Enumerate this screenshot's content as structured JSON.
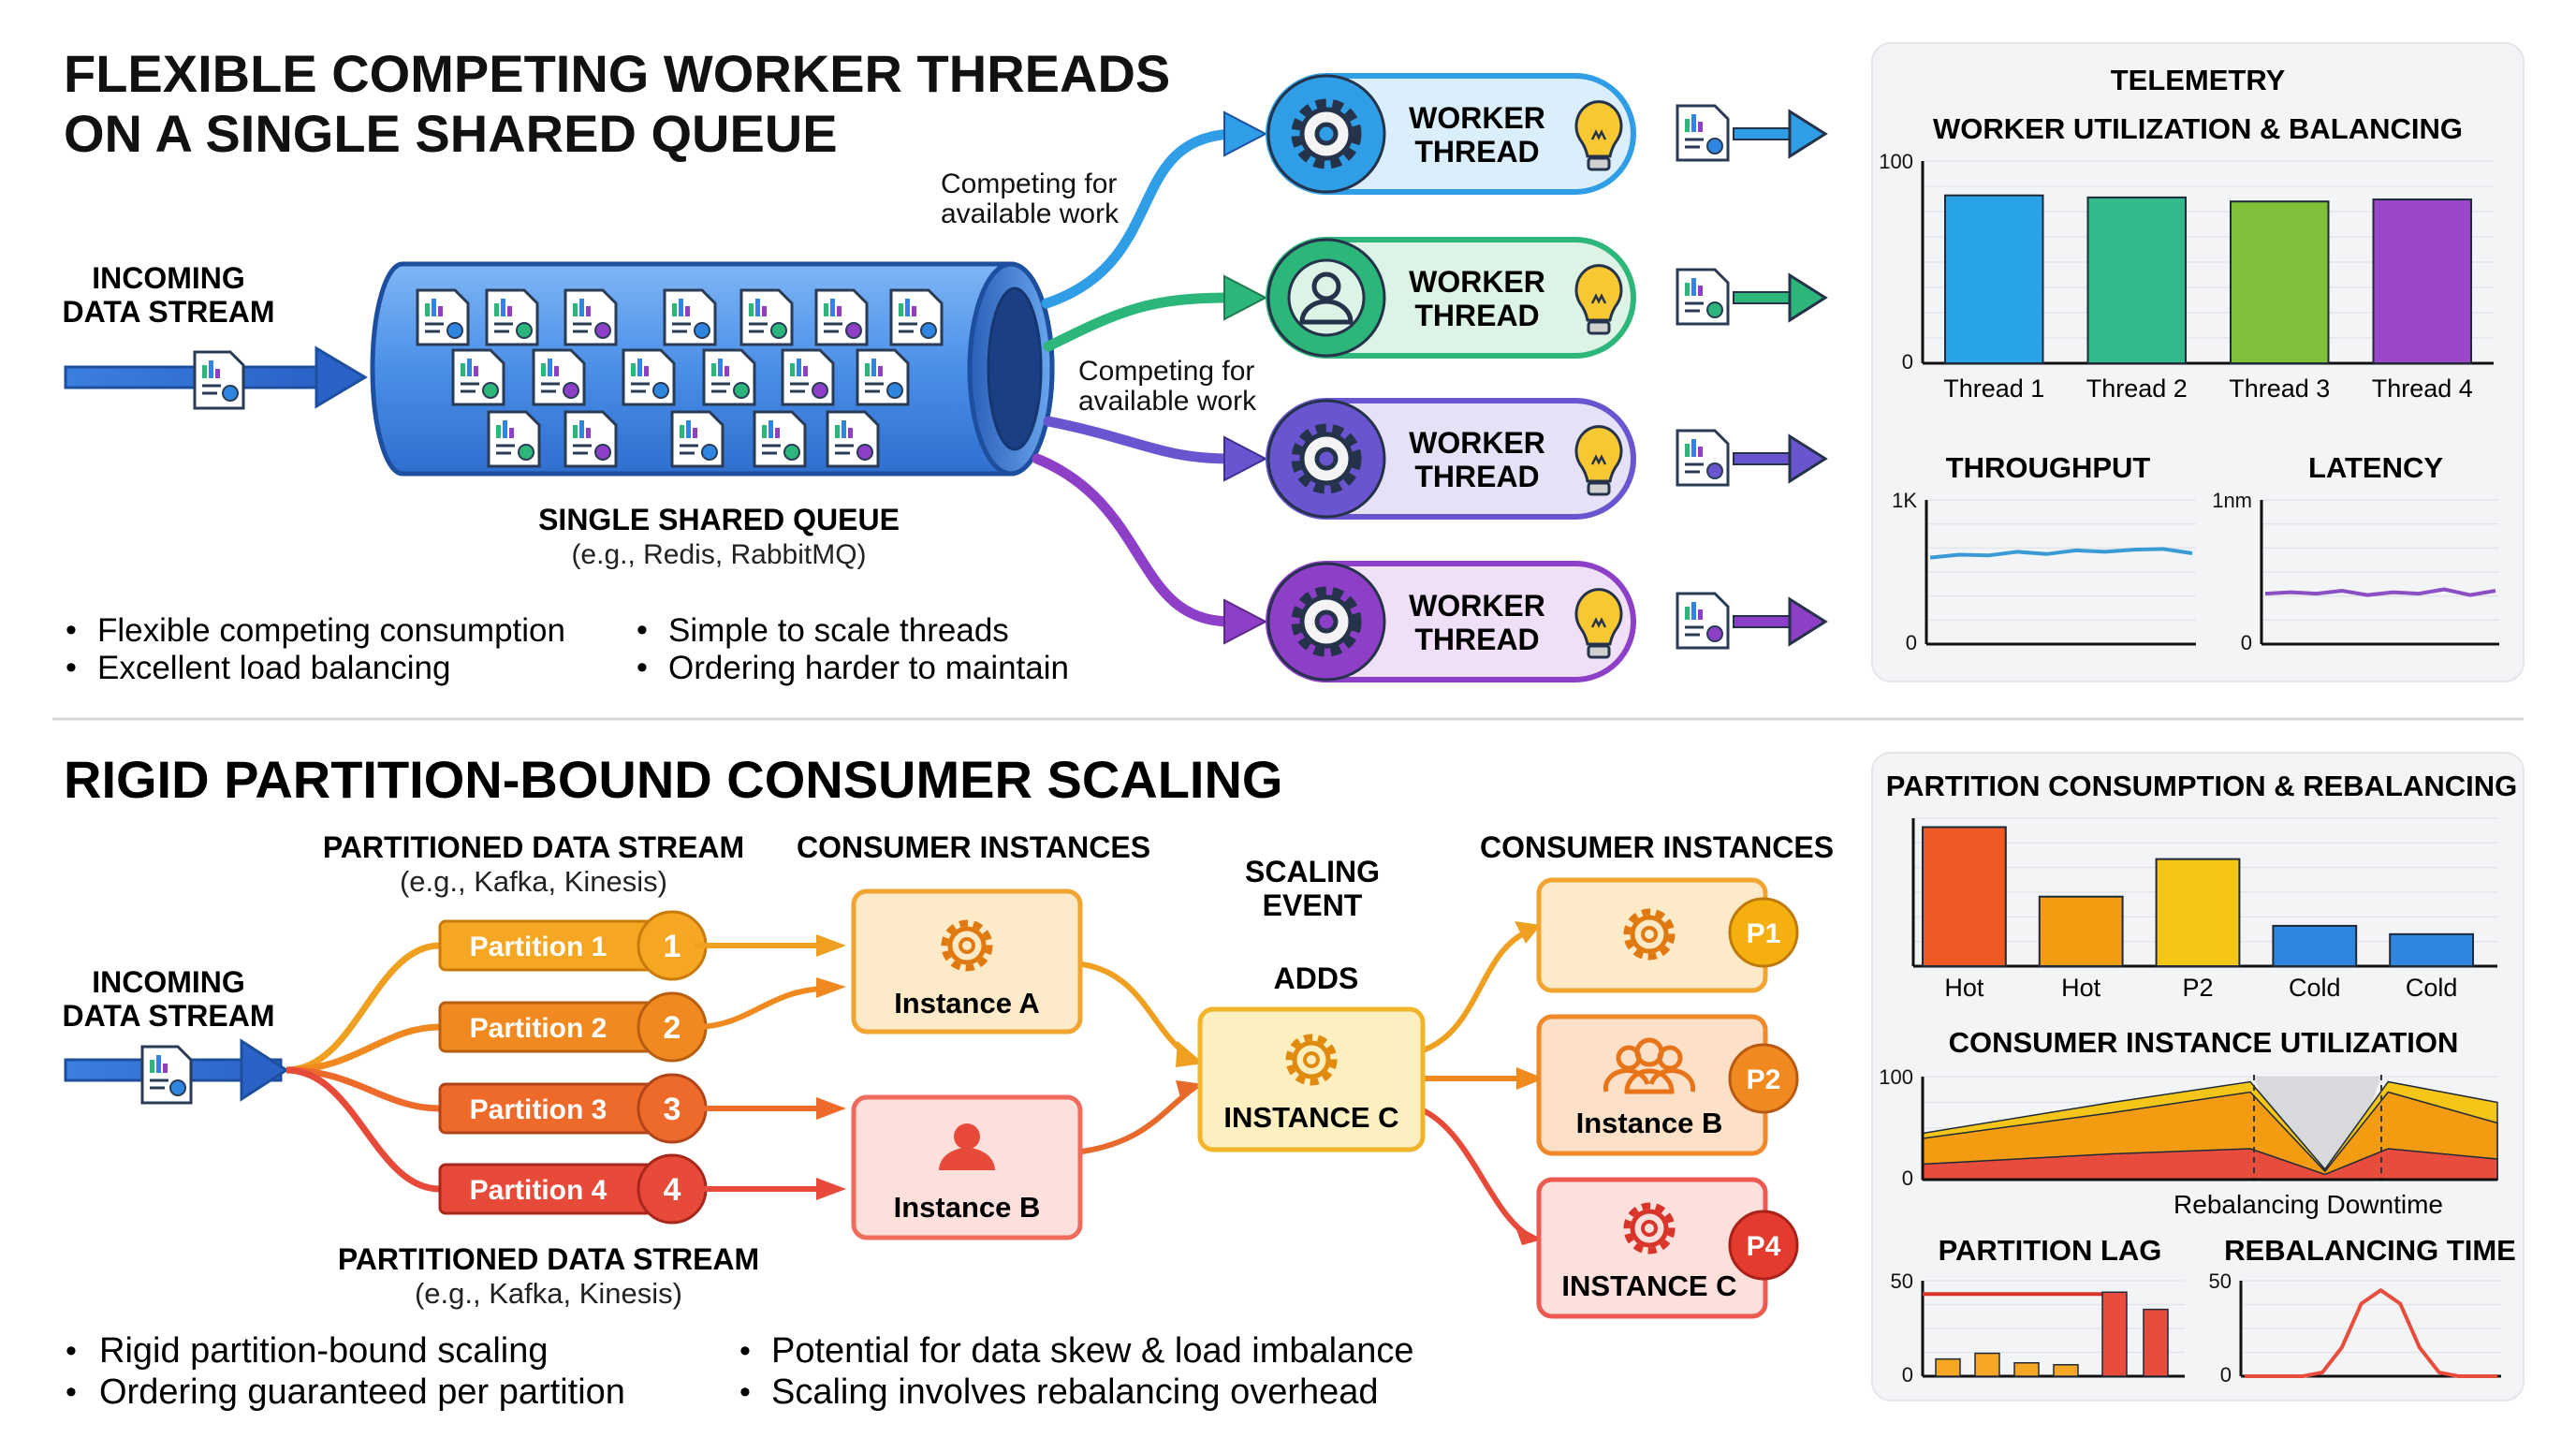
{
  "top": {
    "title_line1": "FLEXIBLE COMPETING WORKER THREADS",
    "title_line2": "ON A SINGLE SHARED QUEUE",
    "incoming_line1": "INCOMING",
    "incoming_line2": "DATA STREAM",
    "queue_label": "SINGLE SHARED QUEUE",
    "queue_sublabel": "(e.g., Redis, RabbitMQ)",
    "competing_line1": "Competing for",
    "competing_line2": "available work",
    "worker_line1": "WORKER",
    "worker_line2": "THREAD",
    "bullets": [
      "Flexible competing consumption",
      "Excellent load balancing",
      "Simple to scale threads",
      "Ordering harder to maintain"
    ]
  },
  "telemetry": {
    "title": "TELEMETRY",
    "subtitle": "WORKER UTILIZATION & BALANCING",
    "throughput_title": "THROUGHPUT",
    "latency_title": "LATENCY"
  },
  "bottom": {
    "title": "RIGID PARTITION-BOUND CONSUMER SCALING",
    "incoming_line1": "INCOMING",
    "incoming_line2": "DATA STREAM",
    "partitioned_label": "PARTITIONED DATA STREAM",
    "partitioned_sublabel": "(e.g., Kafka, Kinesis)",
    "consumer_instances_label": "CONSUMER INSTANCES",
    "scaling_line1": "SCALING",
    "scaling_line2": "EVENT",
    "adds_label": "ADDS",
    "partitions": [
      "Partition 1",
      "Partition 2",
      "Partition 3",
      "Partition 4"
    ],
    "partition_numbers": [
      "1",
      "2",
      "3",
      "4"
    ],
    "instance_a": "Instance A",
    "instance_b": "Instance B",
    "instance_c_upper": "INSTANCE C",
    "p_badges": [
      "P1",
      "P2",
      "P4"
    ],
    "bullets": [
      "Rigid partition-bound scaling",
      "Ordering guaranteed per partition",
      "Potential for data skew & load imbalance",
      "Scaling involves rebalancing overhead"
    ]
  },
  "partition_panel": {
    "title": "PARTITION CONSUMPTION & REBALANCING",
    "util_title": "CONSUMER INSTANCE UTILIZATION",
    "downtime_label": "Rebalancing Downtime",
    "lag_title": "PARTITION LAG",
    "rebalance_title": "REBALANCING TIME"
  },
  "chart_data": [
    {
      "type": "bar",
      "title": "WORKER UTILIZATION & BALANCING",
      "categories": [
        "Thread 1",
        "Thread 2",
        "Thread 3",
        "Thread 4"
      ],
      "values": [
        83,
        82,
        80,
        81
      ],
      "ylim": [
        0,
        100
      ],
      "yticks": [
        "0",
        "100"
      ],
      "colors": [
        "#29a3e8",
        "#34b98a",
        "#7fbf3a",
        "#9a48c9"
      ]
    },
    {
      "type": "line",
      "title": "THROUGHPUT",
      "ytick_labels": [
        "0",
        "1K"
      ],
      "ylim": [
        0,
        1000
      ],
      "values": [
        600,
        620,
        615,
        640,
        625,
        650,
        640,
        655,
        660,
        630
      ],
      "color": "#3a9ad6"
    },
    {
      "type": "line",
      "title": "LATENCY",
      "ytick_labels": [
        "0",
        "1nm"
      ],
      "ylim": [
        0,
        1
      ],
      "values": [
        0.35,
        0.36,
        0.35,
        0.37,
        0.34,
        0.36,
        0.35,
        0.38,
        0.34,
        0.37
      ],
      "color": "#8a4fc4"
    },
    {
      "type": "bar",
      "title": "PARTITION CONSUMPTION & REBALANCING",
      "categories": [
        "Hot",
        "Hot",
        "P2",
        "Cold",
        "Cold"
      ],
      "values": [
        100,
        50,
        77,
        29,
        23
      ],
      "ylim": [
        0,
        100
      ],
      "colors": [
        "#ee5a24",
        "#f39c12",
        "#f5c518",
        "#2e86de",
        "#2e86de"
      ]
    },
    {
      "type": "area",
      "title": "CONSUMER INSTANCE UTILIZATION",
      "yticks": [
        "0",
        "100"
      ],
      "ylim": [
        0,
        100
      ],
      "x_label": "Rebalancing Downtime",
      "x": [
        0,
        1,
        2,
        3,
        4,
        5
      ],
      "series": [
        {
          "values": [
            45,
            75,
            95,
            10,
            95,
            75
          ],
          "color": "#f5c518"
        },
        {
          "values": [
            40,
            65,
            85,
            8,
            85,
            55
          ],
          "color": "#f39c12"
        },
        {
          "values": [
            15,
            25,
            30,
            5,
            30,
            20
          ],
          "color": "#e74c3c"
        }
      ]
    },
    {
      "type": "bar",
      "title": "PARTITION LAG",
      "yticks": [
        "0",
        "50"
      ],
      "ylim": [
        0,
        50
      ],
      "values": [
        9,
        12,
        7,
        6,
        44,
        35
      ],
      "threshold": 43,
      "colors": [
        "#f5a623",
        "#f5a623",
        "#f5a623",
        "#f5a623",
        "#e74c3c",
        "#e74c3c"
      ]
    },
    {
      "type": "line",
      "title": "REBALANCING TIME",
      "yticks": [
        "0",
        "50"
      ],
      "ylim": [
        0,
        50
      ],
      "values": [
        0,
        0,
        0,
        0,
        2,
        15,
        38,
        45,
        38,
        15,
        2,
        0,
        0,
        0
      ],
      "color": "#e74c3c"
    }
  ]
}
